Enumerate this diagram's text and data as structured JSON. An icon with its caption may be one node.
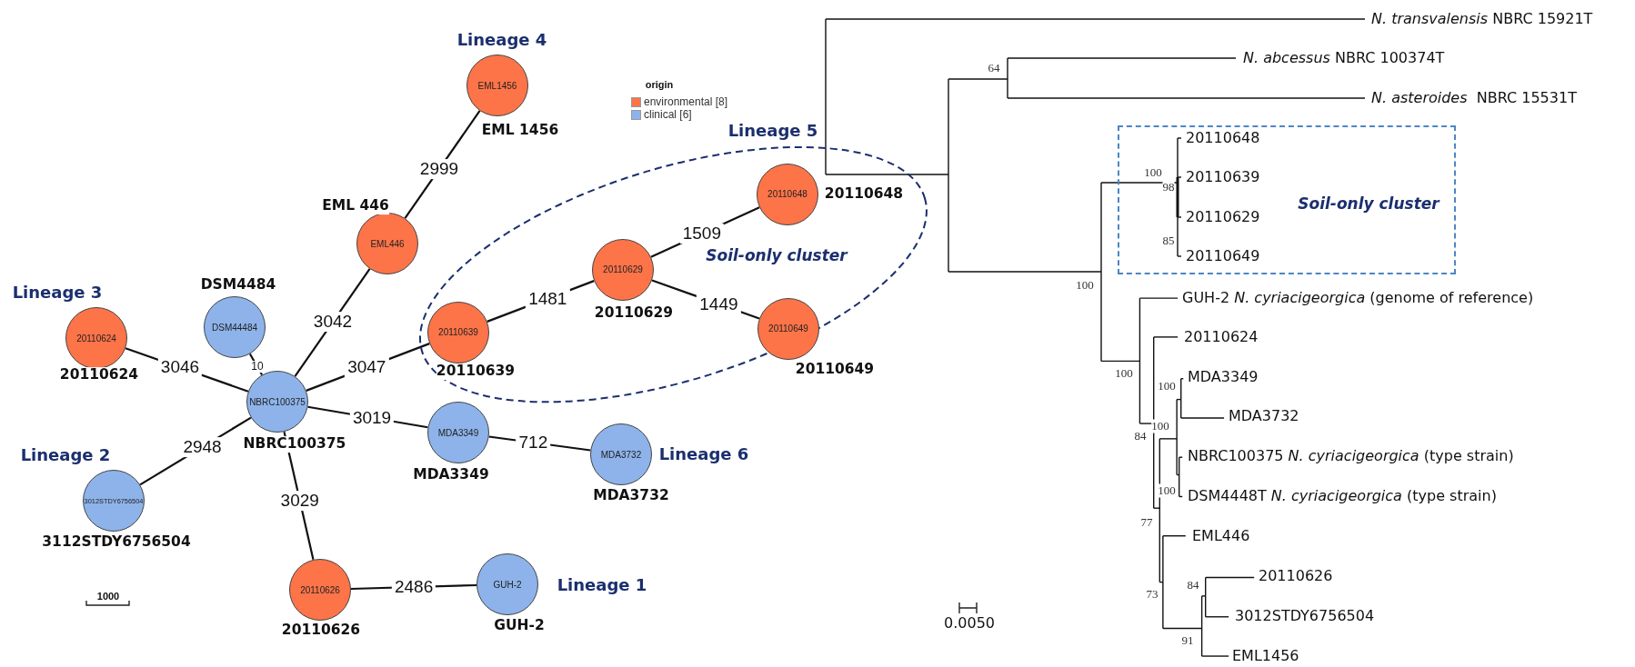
{
  "diagram": {
    "nodes": [
      {
        "text": [
          "EML1456"
        ],
        "beside": [
          "Lineage 4",
          "EML 1456"
        ]
      },
      {
        "text": [
          "EML446"
        ],
        "beside": [
          "EML 446"
        ]
      },
      {
        "text": [
          "20110624"
        ],
        "beside": [
          "Lineage 3",
          "20110624"
        ]
      },
      {
        "text": [
          "DSM44484"
        ],
        "beside": [
          "DSM4484"
        ]
      },
      {
        "text": [
          "Soil-only cluster"
        ]
      },
      {
        "text": [
          "20110639"
        ],
        "beside": [
          "20110639"
        ],
        "in": 4
      },
      {
        "text": [
          "20110629"
        ],
        "beside": [
          "20110629"
        ],
        "in": 4
      },
      {
        "text": [
          "20110648"
        ],
        "beside": [
          "Lineage 5",
          "20110648"
        ],
        "in": 4
      },
      {
        "text": [
          "20110649"
        ],
        "beside": [
          "20110649"
        ],
        "in": 4
      },
      {
        "text": [
          "NBRC100375"
        ],
        "beside": [
          "NBRC100375"
        ]
      },
      {
        "text": [
          "MDA3349"
        ],
        "beside": [
          "MDA3349"
        ]
      },
      {
        "text": [
          "MDA3732"
        ],
        "beside": [
          "Lineage 6",
          "MDA3732"
        ]
      },
      {
        "text": [
          "3012STDY6756504"
        ],
        "beside": [
          "Lineage 2",
          "3112STDY6756504"
        ]
      },
      {
        "text": [
          "20110626"
        ],
        "beside": [
          "20110626"
        ]
      },
      {
        "text": [
          "GUH-2"
        ],
        "beside": [
          "Lineage 1",
          "GUH-2"
        ]
      },
      {
        "text": [
          "Soil-only cluster"
        ]
      }
    ],
    "edges": [
      {
        "from": 0,
        "to": 1,
        "arrow": "none",
        "label": "2999"
      },
      {
        "from": 1,
        "to": 9,
        "arrow": "none",
        "label": "3042"
      },
      {
        "from": 2,
        "to": 9,
        "arrow": "none",
        "label": "3046"
      },
      {
        "from": 3,
        "to": 9,
        "arrow": "none",
        "label": "10"
      },
      {
        "from": 5,
        "to": 9,
        "arrow": "none",
        "label": "3047"
      },
      {
        "from": 5,
        "to": 6,
        "arrow": "none",
        "label": "1481"
      },
      {
        "from": 6,
        "to": 7,
        "arrow": "none",
        "label": "1509"
      },
      {
        "from": 6,
        "to": 8,
        "arrow": "none",
        "label": "1449"
      },
      {
        "from": 9,
        "to": 10,
        "arrow": "none",
        "label": "3019"
      },
      {
        "from": 10,
        "to": 11,
        "arrow": "none",
        "label": "712"
      },
      {
        "from": 12,
        "to": 9,
        "arrow": "none",
        "label": "2948"
      },
      {
        "from": 9,
        "to": 13,
        "arrow": "none",
        "label": "3029"
      },
      {
        "from": 13,
        "to": 14,
        "arrow": "none",
        "label": "2486"
      }
    ],
    "labels": [
      "origin",
      "1000",
      "*N. transvalensis* NBRC 15921T",
      "64",
      "*N. abcessus* NBRC 100374T",
      "*N. asteroides*  NBRC 15531T",
      "20110648",
      "100",
      "20110639",
      "98",
      "20110629",
      "85",
      "20110649",
      "100",
      "GUH-2 *N. cyriacigeorgica* (genome of reference)",
      "100",
      "20110624",
      "100",
      "MDA3349",
      "100",
      "MDA3732",
      "84",
      "NBRC100375 *N. cyriacigeorgica* (type strain)",
      "100",
      "DSM4448T *N. cyriacigeorgica* (type strain)",
      "77",
      "EML446",
      "73",
      "84",
      "20110626",
      "3012STDY6756504",
      "91",
      "EML1456",
      "0.0050"
    ],
    "legend": [
      {
        "text": "environmental [8]",
        "color": "#fd7449"
      },
      {
        "text": "clinical [6]",
        "color": "#8db3ea"
      }
    ]
  }
}
